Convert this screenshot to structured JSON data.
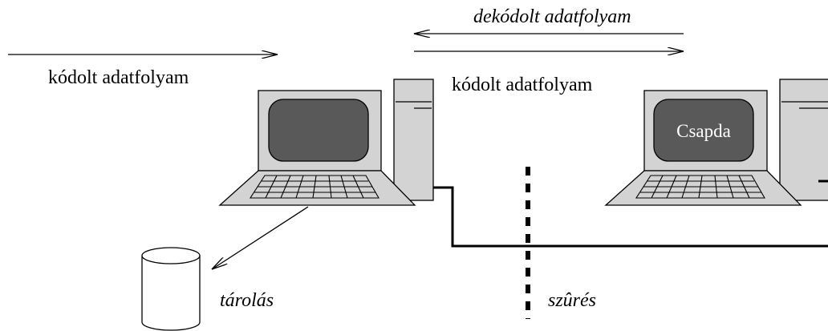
{
  "labels": {
    "top_left_stream": "kódolt adatfolyam",
    "top_right_decoded": "dekódolt adatfolyam",
    "top_right_stream": "kódolt adatfolyam",
    "storage": "tárolás",
    "filter": "szûrés",
    "trap_screen": "Csapda"
  },
  "colors": {
    "monitor_body": "#d3d3d3",
    "screen_fill": "#595959",
    "tower_fill": "#d3d3d3",
    "line": "#000000",
    "background": "#ffffff",
    "screen_text": "#ffffff"
  },
  "icons": {
    "left_computer": "desktop-computer-icon",
    "right_computer": "desktop-computer-icon",
    "storage": "cylinder-storage-icon"
  }
}
